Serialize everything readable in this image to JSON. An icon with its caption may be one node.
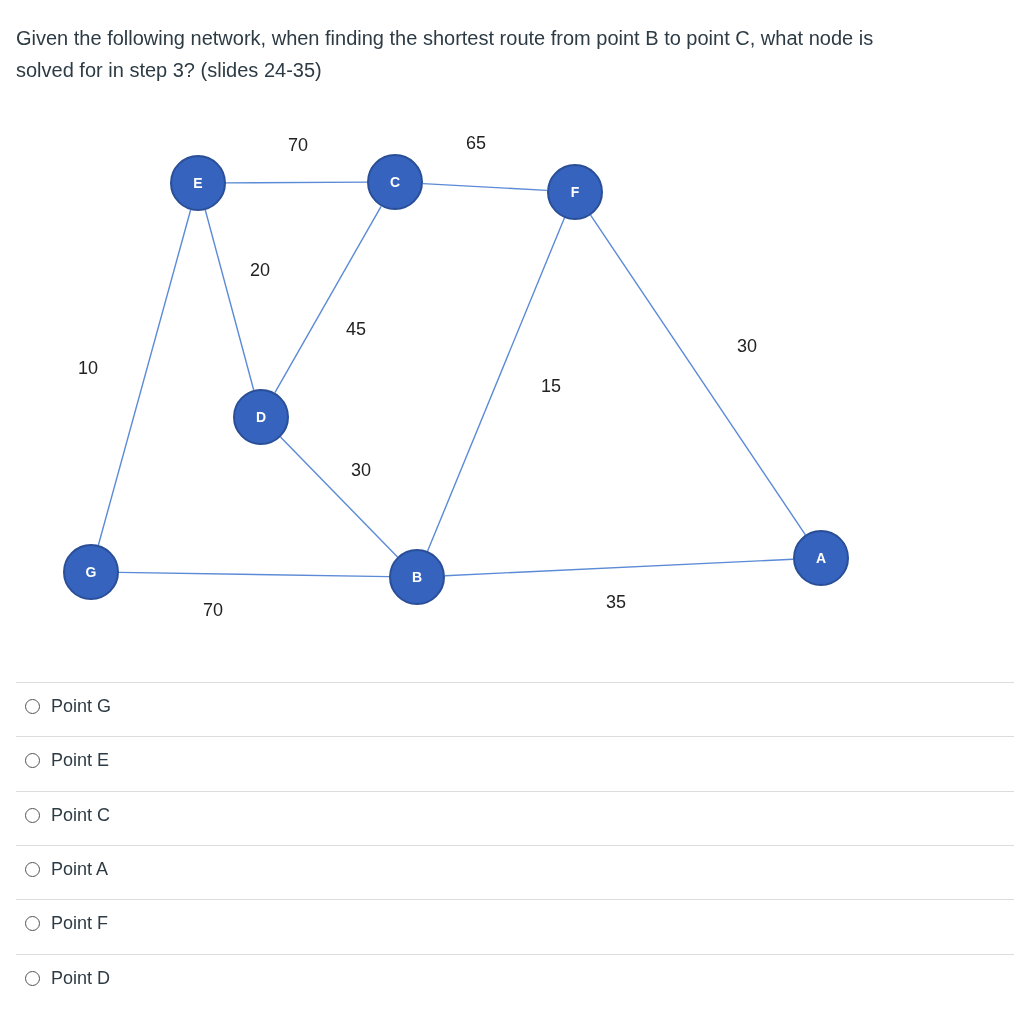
{
  "diagram": {
    "title": "Given the following network, when finding the shortest route from point B to point C, what node is solved for in step 3? (slides 24-35)",
    "nodes": [
      {
        "text": [
          "E"
        ]
      },
      {
        "text": [
          "C"
        ]
      },
      {
        "text": [
          "F"
        ]
      },
      {
        "text": [
          "D"
        ]
      },
      {
        "text": [
          "G"
        ]
      },
      {
        "text": [
          "B"
        ]
      },
      {
        "text": [
          "A"
        ]
      }
    ],
    "edges": [
      {
        "from": 0,
        "to": 1,
        "arrow": "none",
        "label": "70"
      },
      {
        "from": 1,
        "to": 2,
        "arrow": "none",
        "label": "65"
      },
      {
        "from": 0,
        "to": 3,
        "arrow": "none",
        "label": "20"
      },
      {
        "from": 1,
        "to": 3,
        "arrow": "none",
        "label": "45"
      },
      {
        "from": 0,
        "to": 4,
        "arrow": "none",
        "label": "10"
      },
      {
        "from": 2,
        "to": 5,
        "arrow": "none",
        "label": "15"
      },
      {
        "from": 2,
        "to": 6,
        "arrow": "none",
        "label": "30"
      },
      {
        "from": 3,
        "to": 5,
        "arrow": "none",
        "label": "30"
      },
      {
        "from": 4,
        "to": 5,
        "arrow": "none",
        "label": "70"
      },
      {
        "from": 5,
        "to": 6,
        "arrow": "none",
        "label": "35"
      }
    ],
    "labels": [
      "Point G",
      "Point E",
      "Point C",
      "Point A",
      "Point F",
      "Point D"
    ]
  }
}
